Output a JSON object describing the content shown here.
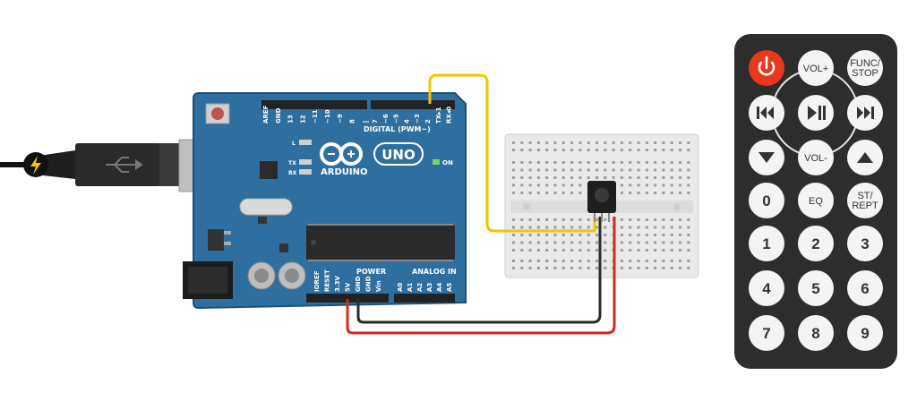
{
  "arduino": {
    "brand": "ARDUINO",
    "model": "UNO",
    "digital_label": "DIGITAL (PWM~)",
    "power_label": "POWER",
    "analog_label": "ANALOG IN",
    "on_label": "ON",
    "led_l": "L",
    "led_tx": "TX",
    "led_rx": "RX",
    "digital_pins": [
      "AREF",
      "GND",
      "13",
      "12",
      "~11",
      "~10",
      "~9",
      "8",
      "7",
      "~6",
      "~5",
      "4",
      "~3",
      "2",
      "TX▸1",
      "RX◂0"
    ],
    "power_pins": [
      "IOREF",
      "RESET",
      "3.3V",
      "5V",
      "GND",
      "GND",
      "Vin"
    ],
    "analog_pins": [
      "A0",
      "A1",
      "A2",
      "A3",
      "A4",
      "A5"
    ]
  },
  "remote": {
    "buttons": {
      "power": "⏻",
      "vol_up": "VOL+",
      "func_stop_1": "FUNC/",
      "func_stop_2": "STOP",
      "prev": "⏮",
      "play_pause": "⏯",
      "next": "⏭",
      "down": "▼",
      "vol_down": "VOL-",
      "up": "▲",
      "zero": "0",
      "eq": "EQ",
      "st_rept_1": "ST/",
      "st_rept_2": "REPT",
      "one": "1",
      "two": "2",
      "three": "3",
      "four": "4",
      "five": "5",
      "six": "6",
      "seven": "7",
      "eight": "8",
      "nine": "9"
    }
  },
  "colors": {
    "board": "#2f6f9f",
    "board_dark": "#1f4f75",
    "remote_body": "#2d2d2d",
    "power_button": "#e8391d",
    "wire_signal": "#f2c500",
    "wire_ground": "#2b2b2b",
    "wire_power": "#d22a1e",
    "breadboard": "#e9e9e9"
  }
}
